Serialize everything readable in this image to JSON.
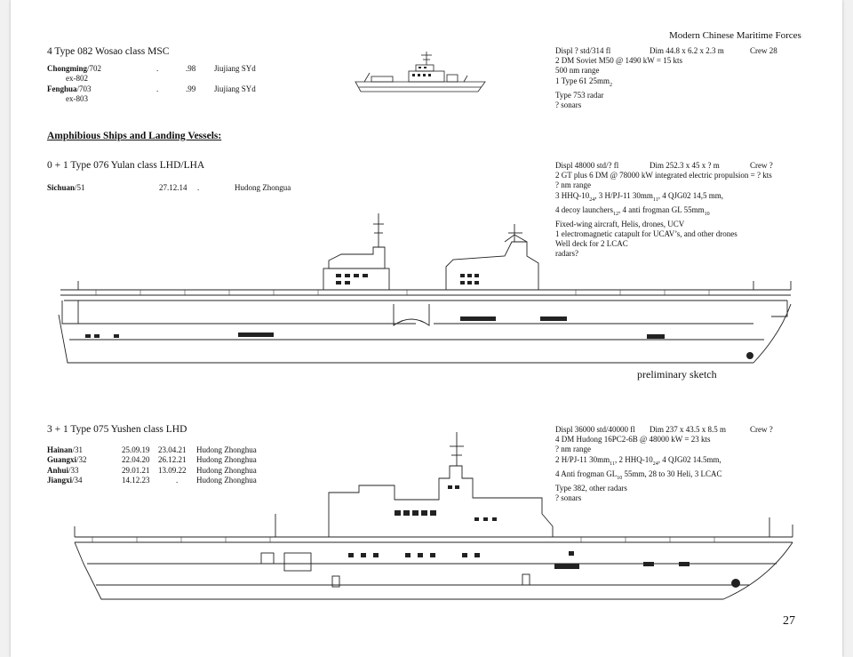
{
  "running_header": "Modern Chinese Maritime Forces",
  "page_number": "27",
  "wosao": {
    "title": "4 Type 082 Wosao class MSC",
    "ships": [
      {
        "name": "Chongming",
        "num": "/702",
        "dot": ".",
        "year": ".98",
        "yard": "Jiujiang SYd",
        "ex": "ex-802"
      },
      {
        "name": "Fenghua",
        "num": "/703",
        "dot": ".",
        "year": ".99",
        "yard": "Jiujiang SYd",
        "ex": "ex-803"
      }
    ],
    "specs": [
      {
        "a": "Displ ? std/314 fl",
        "b": "Dim 44.8 x 6.2 x 2.3 m",
        "c": "Crew 28"
      },
      {
        "a": "2 DM Soviet M50 @ 1490 kW = 15 kts"
      },
      {
        "a": "500 nm range"
      },
      {
        "a": "1 Type 61 25mm",
        "sub": "2"
      },
      {
        "a": "Type 753 radar"
      },
      {
        "a": "? sonars"
      }
    ]
  },
  "section_title": "Amphibious Ships and Landing Vessels:",
  "yulan": {
    "title": "0 + 1 Type 076 Yulan class LHD/LHA",
    "ship": {
      "name": "Sichuan",
      "num": "/51",
      "date": "27.12.14",
      "dot": ".",
      "yard": "Hudong Zhongua"
    },
    "caption": "preliminary sketch",
    "specs": {
      "line1": {
        "a": "Displ 48000 std/? fl",
        "b": "Dim 252.3 x 45 x ? m",
        "c": "Crew ?"
      },
      "line2": "2 GT plus 6 DM @ 78000 kW integrated electric propulsion = ? kts",
      "line3": "? nm range",
      "line4": {
        "p1": "3 HHQ-10",
        "s1": "24",
        "p2": ", 3 H/PJ-11 30mm",
        "s2": "11",
        "p3": ", 4 QJG02 14,5 mm,"
      },
      "line5": {
        "p1": "4 decoy launchers",
        "s1": "12",
        "p2": ", 4 anti frogman GL 55mm",
        "s2": "10"
      },
      "line6": "Fixed-wing aircraft, Helis, drones, UCV",
      "line7": "1 electromagnetic catapult for UCAV’s, and other drones",
      "line8": "Well deck for 2 LCAC",
      "line9": "radars?"
    }
  },
  "yushen": {
    "title": "3 + 1 Type 075 Yushen class LHD",
    "ships": [
      {
        "name": "Hainan",
        "num": "/31",
        "d1": "25.09.19",
        "d2": "23.04.21",
        "yard": "Hudong Zhonghua"
      },
      {
        "name": "Guangxi",
        "num": "/32",
        "d1": "22.04.20",
        "d2": "26.12.21",
        "yard": "Hudong Zhonghua"
      },
      {
        "name": "Anhui",
        "num": "/33",
        "d1": "29.01.21",
        "d2": "13.09.22",
        "yard": "Hudong Zhonghua"
      },
      {
        "name": "Jiangxi",
        "num": "/34",
        "d1": "14.12.23",
        "d2": ".",
        "yard": "Hudong Zhonghua"
      }
    ],
    "specs": {
      "line1": {
        "a": "Displ 36000 std/40000 fl",
        "b": "Dim 237 x 43.5 x 8.5 m",
        "c": "Crew ?"
      },
      "line2": "4 DM Hudong 16PC2-6B @ 48000 kW = 23 kts",
      "line3": "? nm range",
      "line4": {
        "p1": "2 H/PJ-11 30mm",
        "s1": "11",
        "p2": ", 2 HHQ-10",
        "s2": "24",
        "p3": ", 4 QJG02 14.5mm,"
      },
      "line5": {
        "p1": "4 Anti frogman GL",
        "s1": "10",
        "p2": " 55mm, 28 to 30 Heli, 3 LCAC"
      },
      "line6": "Type 382, other radars",
      "line7": "? sonars"
    }
  }
}
